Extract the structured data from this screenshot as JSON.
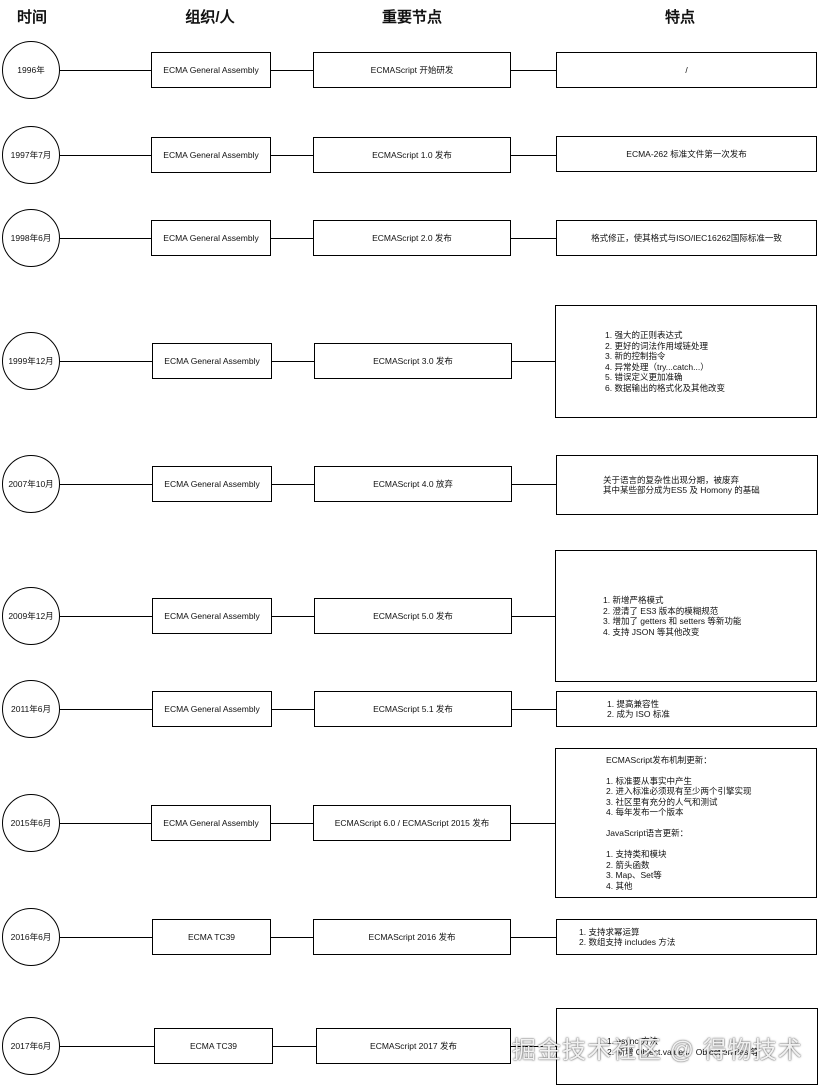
{
  "headers": {
    "time": "时间",
    "org": "组织/人",
    "milestone": "重要节点",
    "features": "特点"
  },
  "rows": [
    {
      "time": "1996年",
      "org": "ECMA General Assembly",
      "milestone": "ECMAScript 开始研发",
      "features": [
        "/"
      ]
    },
    {
      "time": "1997年7月",
      "org": "ECMA General Assembly",
      "milestone": "ECMAScript 1.0 发布",
      "features": [
        "ECMA-262 标准文件第一次发布"
      ]
    },
    {
      "time": "1998年6月",
      "org": "ECMA General Assembly",
      "milestone": "ECMAScript 2.0 发布",
      "features": [
        "格式修正，使其格式与ISO/IEC16262国际标准一致"
      ]
    },
    {
      "time": "1999年12月",
      "org": "ECMA General Assembly",
      "milestone": "ECMAScript 3.0 发布",
      "features": [
        "1. 强大的正则表达式",
        "2. 更好的词法作用域链处理",
        "3. 新的控制指令",
        "4. 异常处理（try...catch...）",
        "5. 错误定义更加准确",
        "6. 数据输出的格式化及其他改变"
      ]
    },
    {
      "time": "2007年10月",
      "org": "ECMA General Assembly",
      "milestone": "ECMAScript 4.0 放弃",
      "features": [
        "关于语言的复杂性出现分期，被废弃",
        "其中某些部分成为ES5 及 Homony 的基础"
      ]
    },
    {
      "time": "2009年12月",
      "org": "ECMA General Assembly",
      "milestone": "ECMAScript 5.0 发布",
      "features": [
        "1. 新增严格模式",
        "2. 澄清了 ES3 版本的模糊规范",
        "3. 增加了 getters 和 setters 等新功能",
        "4. 支持 JSON 等其他改变"
      ]
    },
    {
      "time": "2011年6月",
      "org": "ECMA General Assembly",
      "milestone": "ECMAScript 5.1 发布",
      "features": [
        "1. 提高兼容性",
        "2. 成为 ISO 标准"
      ]
    },
    {
      "time": "2015年6月",
      "org": "ECMA General Assembly",
      "milestone": "ECMAScript 6.0 / ECMAScript 2015 发布",
      "features": [
        "ECMAScript发布机制更新：",
        "",
        "1. 标准要从事实中产生",
        "2. 进入标准必须现有至少两个引擎实现",
        "3. 社区里有充分的人气和测试",
        "4. 每年发布一个版本",
        "",
        "JavaScript语言更新：",
        "",
        "1. 支持类和模块",
        "2. 箭头函数",
        "3. Map、Set等",
        "4. 其他"
      ]
    },
    {
      "time": "2016年6月",
      "org": "ECMA TC39",
      "milestone": "ECMAScript 2016 发布",
      "features": [
        "1. 支持求幂运算",
        "2. 数组支持 includes 方法"
      ]
    },
    {
      "time": "2017年6月",
      "org": "ECMA TC39",
      "milestone": "ECMAScript 2017 发布",
      "features": [
        "1. async 方法",
        "2. 新增 Object.values、Object.entries 等"
      ]
    }
  ],
  "watermark": "掘金技术社区 @ 得物技术"
}
